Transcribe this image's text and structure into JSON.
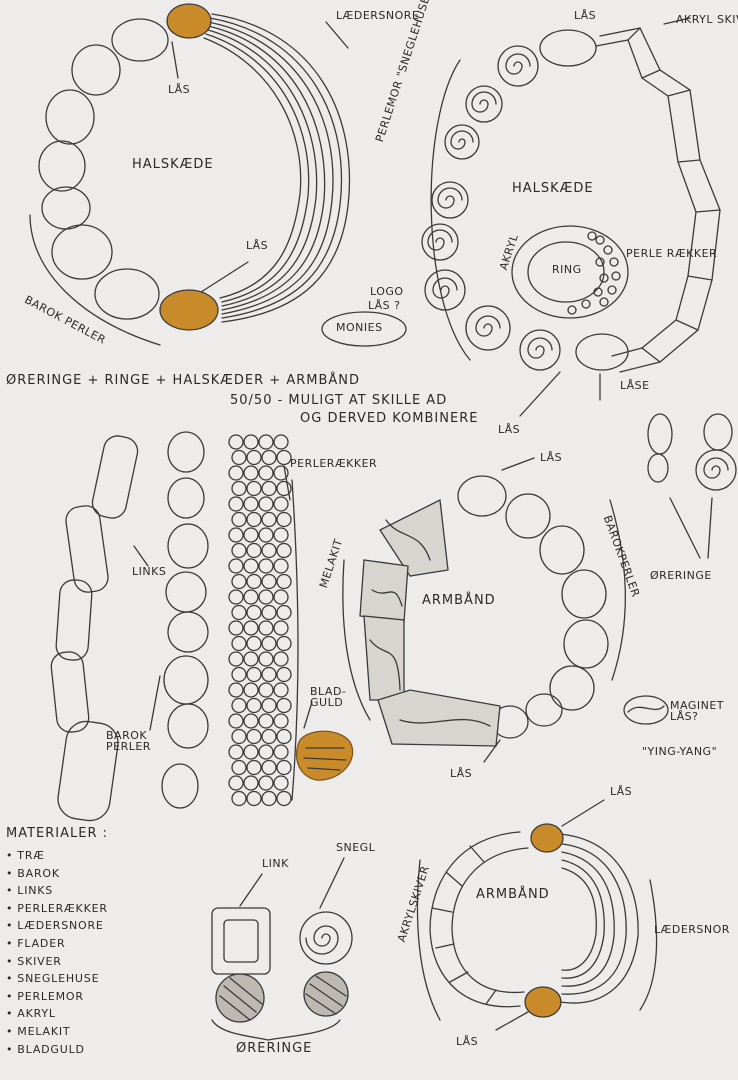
{
  "colors": {
    "paper": "#eeeceb",
    "pencil": "#3a3a3a",
    "gold": "#c98b2a"
  },
  "labels": {
    "lås": "LÅS",
    "lås_question": "LÅS ?",
    "låse": "LÅSE",
    "lædersnore": "LÆDERSNORE",
    "halskæde": "HALSKÆDE",
    "barok_perler": "BAROK PERLER",
    "perlemor_sneglehuse": "PERLEMOR \"SNEGLEHUSE\"",
    "akryl_skiver": "AKRYL SKIVER",
    "akryl": "AKRYL",
    "ring": "RING",
    "perle_rækker": "PERLE RÆKKER",
    "logo": "LOGO",
    "monies": "MONIES",
    "headline_1": "ØRERINGE + RINGE + HALSKÆDER + ARMBÅND",
    "headline_2": "50/50 - MULIGT AT SKILLE AD",
    "headline_3": "OG DERVED KOMBINERE",
    "øreringe": "ØRERINGE",
    "links": "LINKS",
    "perlerækker": "PERLERÆKKER",
    "melakit": "MELAKIT",
    "armbånd": "ARMBÅND",
    "barokperler": "BAROKPERLER",
    "blad_guld": "BLAD- GULD",
    "maginet_lås": "MAGINET LÅS?",
    "ying_yang": "\"YING-YANG\"",
    "link": "LINK",
    "snegl": "SNEGL",
    "akrylskiver": "AKRYLSKIVER",
    "lædersnor": "LÆDERSNOR"
  },
  "materials": {
    "heading": "MATERIALER :",
    "items": [
      "TRÆ",
      "BAROK",
      "LINKS",
      "PERLERÆKKER",
      "LÆDERSNORE",
      "FLADER",
      "SKIVER",
      "SNEGLEHUSE",
      "PERLEMOR",
      "AKRYL",
      "MELAKIT",
      "BLADGULD"
    ]
  }
}
